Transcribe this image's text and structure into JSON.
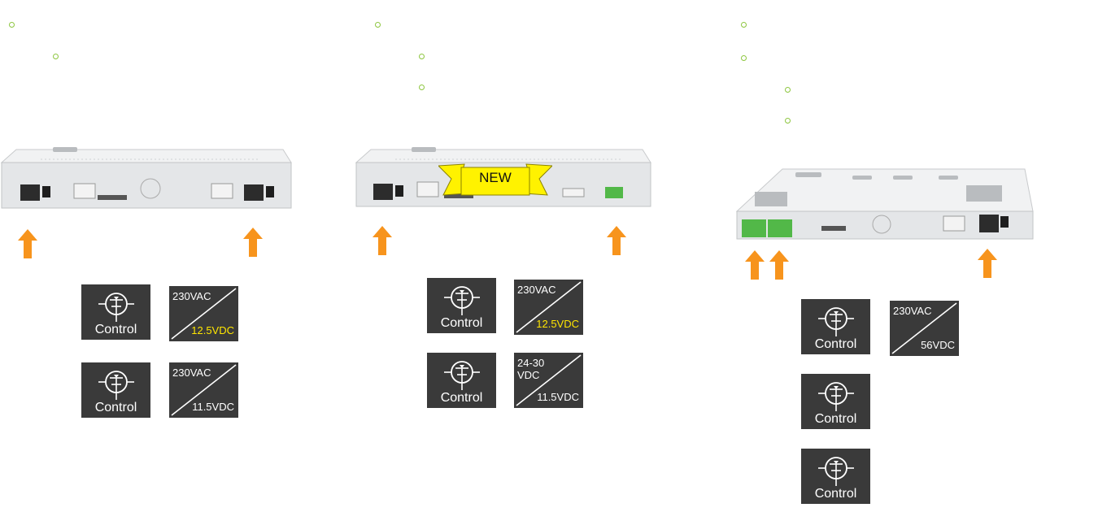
{
  "tiles": {
    "control_label": "Control",
    "col1": {
      "conv1": {
        "top": "230VAC",
        "bottom": "12.5VDC"
      },
      "conv2": {
        "top": "230VAC",
        "bottom": "11.5VDC"
      }
    },
    "col2": {
      "conv1": {
        "top": "230VAC",
        "bottom": "12.5VDC"
      },
      "conv2": {
        "top": "24-30 VDC",
        "bottom": "11.5VDC"
      }
    },
    "col3": {
      "conv1": {
        "top": "230VAC",
        "bottom": "56VDC"
      }
    }
  },
  "banner": {
    "text": "NEW"
  },
  "colors": {
    "bullet": "#8dc63f",
    "arrow": "#f7941d",
    "tile": "#3a3a3a",
    "highlight_text": "#ffe600",
    "banner_fill": "#fff200",
    "chassis": "#e6e8ea",
    "terminal": "#52b848"
  }
}
